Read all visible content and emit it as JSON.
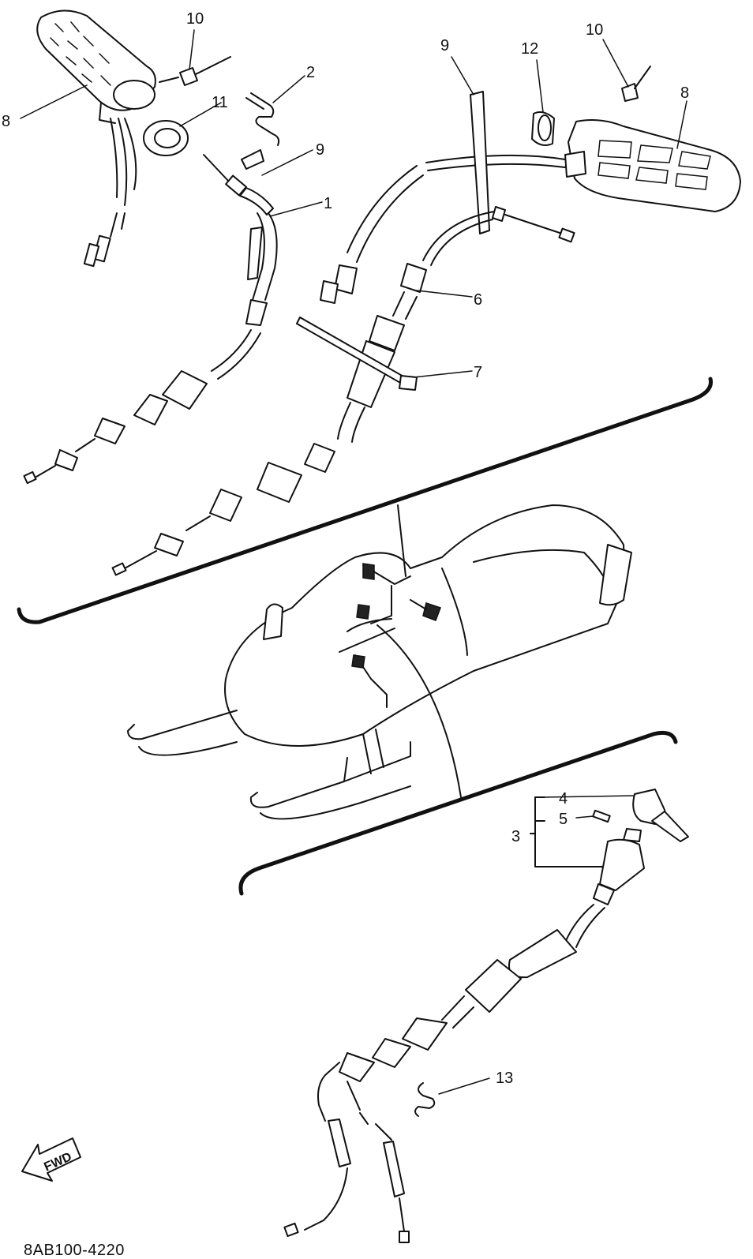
{
  "diagram": {
    "code": "8AB100-4220",
    "fwd_label": "FWD",
    "callouts": [
      "1",
      "2",
      "3",
      "4",
      "5",
      "6",
      "7",
      "8",
      "8",
      "9",
      "9",
      "10",
      "10",
      "11",
      "12",
      "13"
    ]
  }
}
